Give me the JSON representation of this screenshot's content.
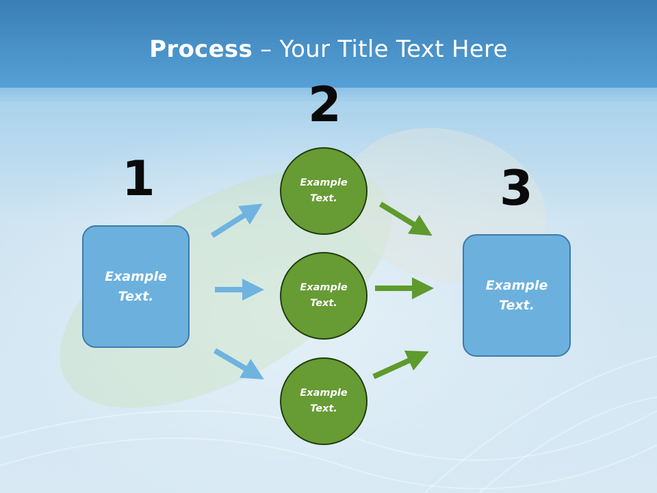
{
  "slide": {
    "title_bold": "Process",
    "title_rest": " – Your Title Text Here"
  },
  "colors": {
    "header_blue": "#4a93c8",
    "box_fill": "#6cb0de",
    "box_border": "#3d7aa8",
    "circle_fill": "#679b33",
    "circle_border": "#1f3d0f",
    "arrow_blue": "#6fb3e0",
    "arrow_green": "#5e9a2c"
  },
  "steps": {
    "one": {
      "number": "1",
      "text": "Example Text."
    },
    "two": {
      "number": "2",
      "circles": [
        {
          "text": "Example Text."
        },
        {
          "text": "Example Text."
        },
        {
          "text": "Example Text."
        }
      ]
    },
    "three": {
      "number": "3",
      "text": "Example Text."
    }
  }
}
